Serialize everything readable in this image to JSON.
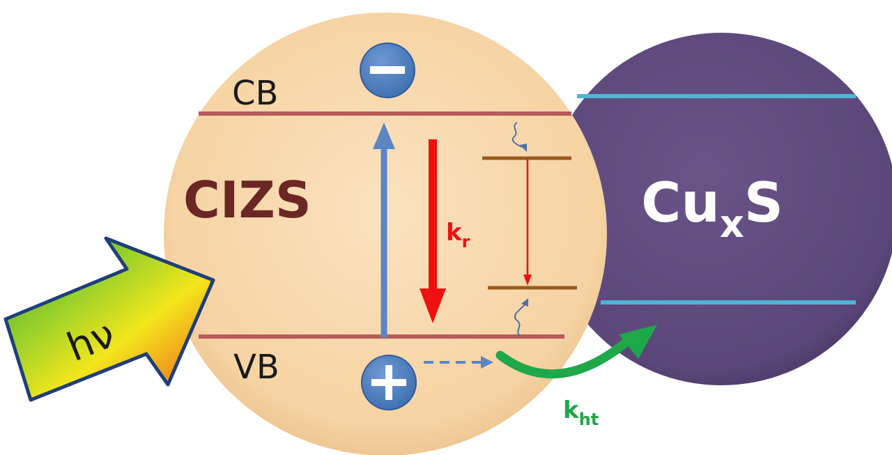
{
  "labels": {
    "cb": "CB",
    "vb": "VB",
    "cizs": "CIZS",
    "cuxs_main": "Cu",
    "cuxs_sub": "x",
    "cuxs_tail": "S",
    "kr_main": "k",
    "kr_sub": "r",
    "kht_main": "k",
    "kht_sub": "ht",
    "hv": "hν"
  },
  "symbols": {
    "electron": "minus-sign",
    "hole": "plus-sign"
  },
  "colors": {
    "cizs_sphere": "#f9d7aa",
    "cuxs_sphere": "#5e4a7c",
    "band_line": "#b75a5a",
    "cuxs_band": "#4fb6d6",
    "trap_line": "#9a5a1e",
    "excitation_arrow": "#5a86c4",
    "recombination_arrow": "#ee1111",
    "hole_transfer_arrow": "#1ea84a",
    "charge_circle": "#4f7fc0",
    "cizs_text": "#6b2626",
    "kht_text": "#1ea84a"
  }
}
